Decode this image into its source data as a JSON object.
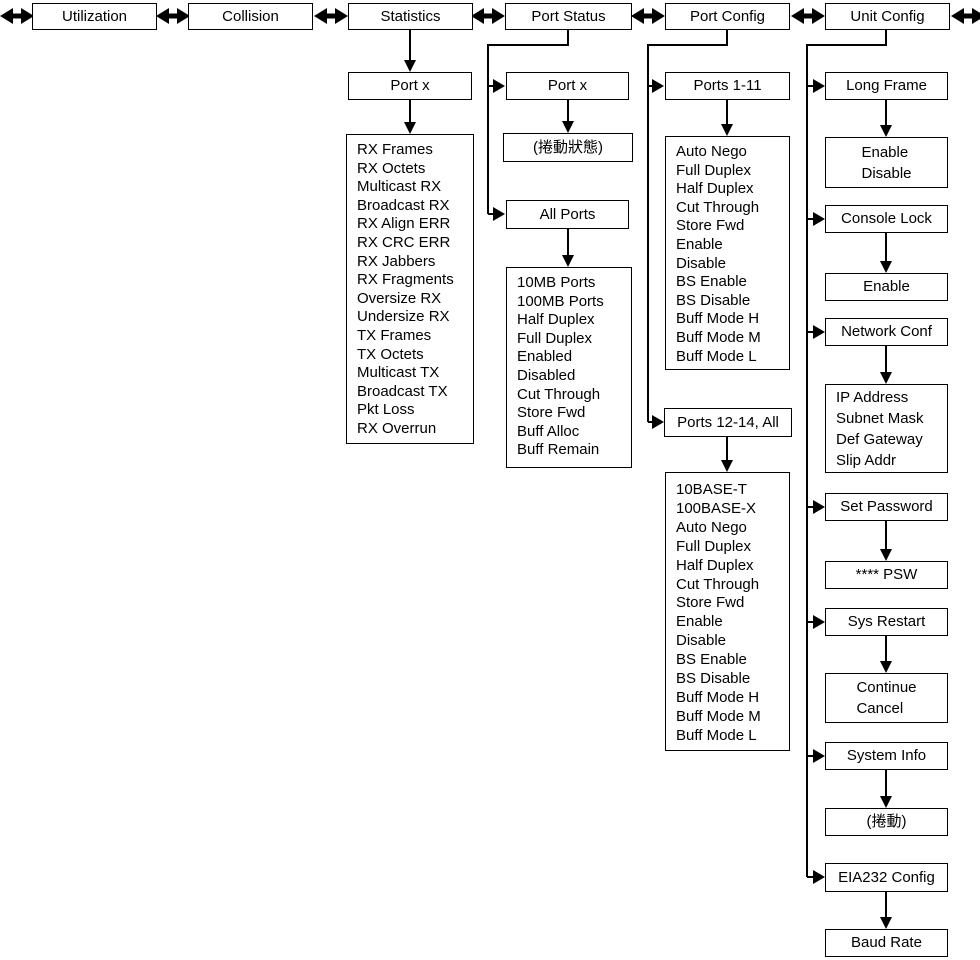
{
  "top_menu": {
    "items": [
      {
        "label": "Utilization"
      },
      {
        "label": "Collision"
      },
      {
        "label": "Statistics"
      },
      {
        "label": "Port Status"
      },
      {
        "label": "Port Config"
      },
      {
        "label": "Unit Config"
      }
    ]
  },
  "icons": {
    "horizontal_nav": "left-right-arrow",
    "flow": "down-arrow",
    "branch": "right-arrow"
  },
  "statistics": {
    "port_label": "Port x",
    "counters": [
      "RX Frames",
      "RX Octets",
      "Multicast RX",
      "Broadcast RX",
      "RX Align ERR",
      "RX CRC ERR",
      "RX Jabbers",
      "RX Fragments",
      "Oversize RX",
      "Undersize RX",
      "TX Frames",
      "TX Octets",
      "Multicast TX",
      "Broadcast TX",
      "Pkt Loss",
      "RX Overrun"
    ]
  },
  "port_status": {
    "port_label": "Port x",
    "scroll_status": "(捲動狀態)",
    "all_ports_label": "All Ports",
    "all_ports_items": [
      "10MB Ports",
      "100MB Ports",
      "Half Duplex",
      "Full Duplex",
      "Enabled",
      "Disabled",
      "Cut Through",
      "Store Fwd",
      "Buff Alloc",
      "Buff Remain"
    ]
  },
  "port_config": {
    "group1_label": "Ports 1-11",
    "group1_options": [
      "Auto Nego",
      "Full Duplex",
      "Half Duplex",
      "Cut Through",
      "Store Fwd",
      "Enable",
      "Disable",
      "BS Enable",
      "BS Disable",
      "Buff Mode H",
      "Buff Mode M",
      "Buff Mode L"
    ],
    "group2_label": "Ports 12-14, All",
    "group2_options": [
      "10BASE-T",
      "100BASE-X",
      "Auto Nego",
      "Full Duplex",
      "Half Duplex",
      "Cut Through",
      "Store Fwd",
      "Enable",
      "Disable",
      "BS Enable",
      "BS Disable",
      "Buff Mode H",
      "Buff Mode M",
      "Buff Mode L"
    ]
  },
  "unit_config": {
    "entries": [
      {
        "label": "Long Frame",
        "result": [
          "Enable",
          "Disable"
        ]
      },
      {
        "label": "Console Lock",
        "result": [
          "Enable"
        ]
      },
      {
        "label": "Network Conf",
        "result": [
          "IP Address",
          "Subnet Mask",
          "Def Gateway",
          "Slip Addr"
        ]
      },
      {
        "label": "Set Password",
        "result": [
          "**** PSW"
        ]
      },
      {
        "label": "Sys Restart",
        "result": [
          "Continue",
          "Cancel"
        ]
      },
      {
        "label": "System Info",
        "result": [
          "(捲動)"
        ]
      },
      {
        "label": "EIA232 Config",
        "result": [
          "Baud Rate"
        ]
      }
    ]
  }
}
